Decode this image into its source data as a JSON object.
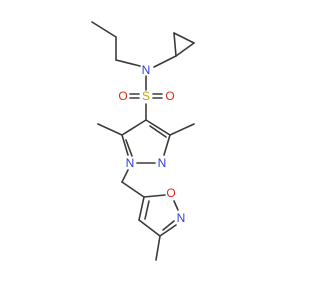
{
  "molecule": {
    "atoms": {
      "n_amine": "N",
      "s_sulfonyl": "S",
      "o_left": "O",
      "o_right": "O",
      "n_pyrazole_1": "N",
      "n_pyrazole_2": "N",
      "o_isoxazole": "O",
      "n_isoxazole": "N"
    },
    "colors": {
      "bond": "#3a3a3a",
      "nitrogen": "#2f3fd6",
      "oxygen": "#e0281c",
      "sulfur": "#c9a000"
    }
  }
}
